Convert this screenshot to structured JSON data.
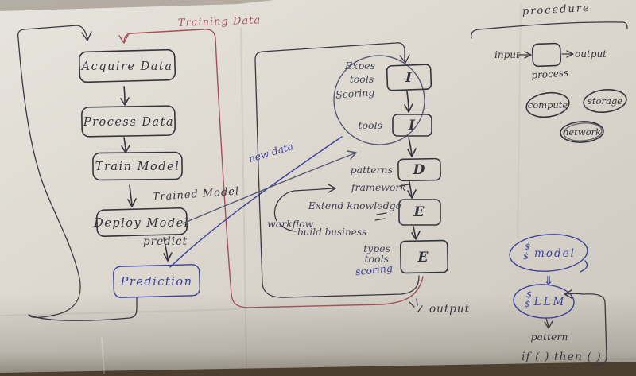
{
  "colors": {
    "paper": "#dcd8d0",
    "ink": "#35343c",
    "red": "#a3505a",
    "blue": "#3c3f9b",
    "annotation": "#3f4254"
  },
  "left_pipeline": {
    "training_data_label": "Training Data",
    "boxes": [
      "Acquire Data",
      "Process Data",
      "Train Model",
      "Deploy Model"
    ],
    "trained_model_label": "Trained Model",
    "predict_label": "predict",
    "prediction_label": "Prediction"
  },
  "middle_pipeline": {
    "circle_notes": [
      "Expes",
      "tools",
      "Scoring"
    ],
    "stage_letters": [
      "I",
      "I",
      "D",
      "E",
      "E"
    ],
    "stage2_note": "tools",
    "stage3_note": "patterns",
    "stage3_note2": "framework",
    "stage4_note": "Extend knowledge",
    "stage5_notes": [
      "types",
      "tools",
      "scoring"
    ],
    "new_data_label": "new data",
    "workflow_label": "workflow",
    "build_business_label": "build business",
    "output_label": "output"
  },
  "legend": {
    "title": "procedure",
    "input_label": "input",
    "output_label": "output",
    "process_label": "process",
    "compute_label": "compute",
    "storage_label": "storage",
    "network_label": "network"
  },
  "llm_flow": {
    "cost_mark": "$",
    "model_label": "model",
    "llm_label": "LLM",
    "down_arrow_glyph": "⇓",
    "pattern_label": "pattern",
    "if_then_label": "if ( ) then ( )"
  }
}
